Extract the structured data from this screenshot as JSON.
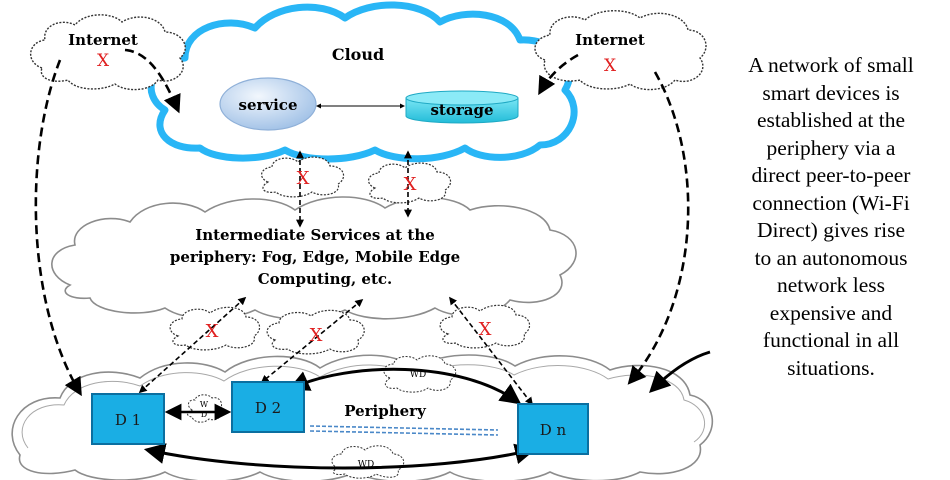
{
  "colors": {
    "cloud_border": "#29B6F6",
    "storage_fill": "#3FD0E8",
    "service_fill": "#C9DDF3",
    "device_fill": "#1AAEE4",
    "x_mark": "#E02020",
    "cloud_gray": "#8C8C8C"
  },
  "cloud": {
    "title": "Cloud",
    "service": "service",
    "storage": "storage"
  },
  "internet_left": {
    "label": "Internet",
    "mark": "X"
  },
  "internet_right": {
    "label": "Internet",
    "mark": "X"
  },
  "intermediate": {
    "line1": "Intermediate Services at the",
    "line2": "periphery: Fog, Edge, Mobile Edge",
    "line3": "Computing, etc."
  },
  "x_marks": [
    "X",
    "X",
    "X",
    "X",
    "X"
  ],
  "periphery": {
    "label": "Periphery"
  },
  "devices": {
    "d1": "D 1",
    "d2": "D 2",
    "dn": "D n"
  },
  "wd_links": {
    "top": "WD",
    "bottom": "WD",
    "small_w": "W",
    "small_d": "D"
  },
  "side_text": "A network of small\nsmart devices is\nestablished at the\nperiphery via a\ndirect peer-to-peer\nconnection (Wi-Fi\nDirect) gives rise\nto an autonomous\nnetwork less\nexpensive and\nfunctional in all\nsituations."
}
